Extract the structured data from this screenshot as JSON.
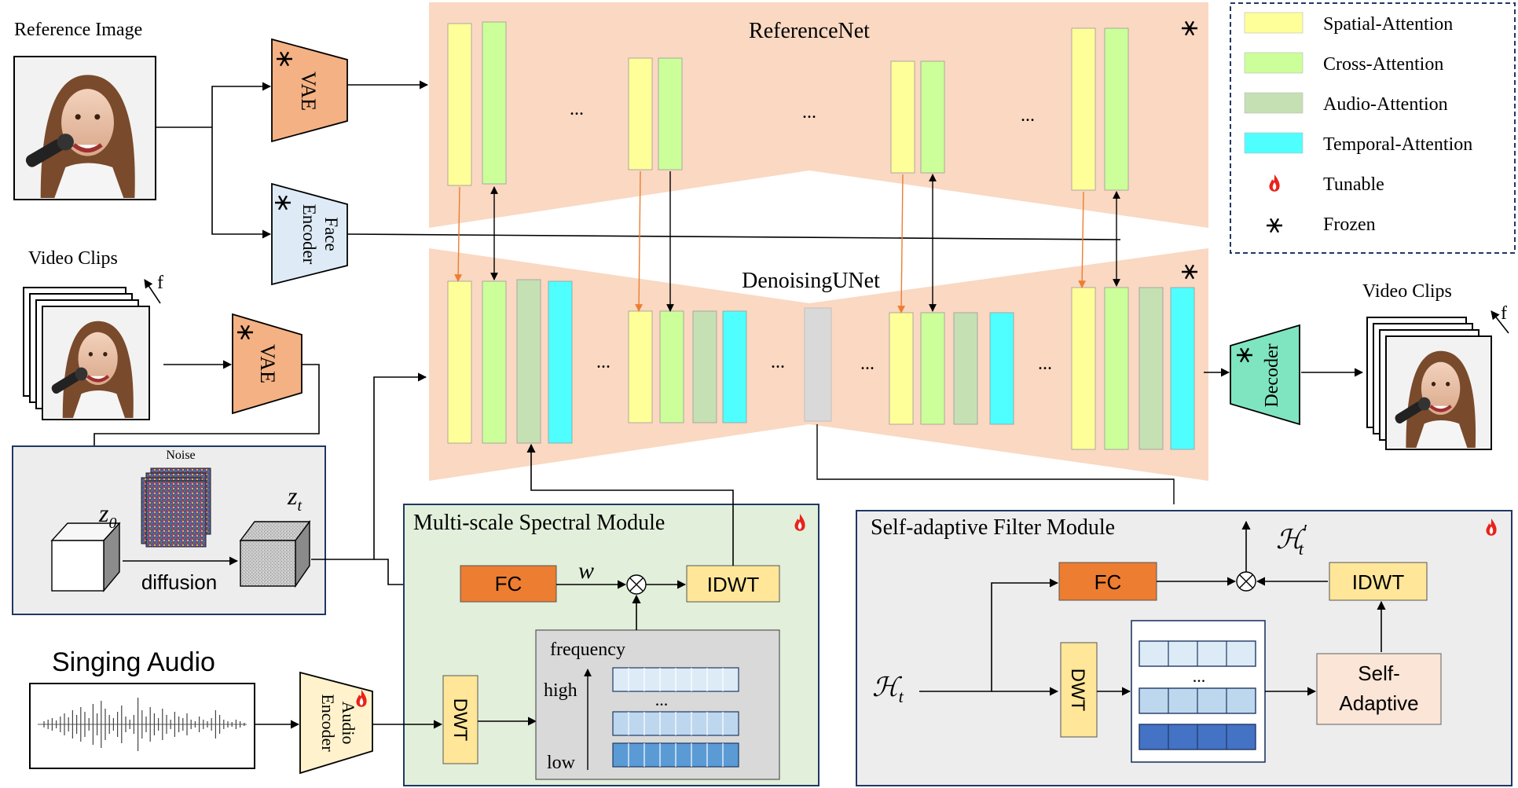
{
  "inputs": {
    "reference_image_label": "Reference Image",
    "video_clips_in_label": "Video Clips",
    "video_clips_out_label": "Video Clips",
    "frame_axis_label": "f",
    "singing_audio_label": "Singing Audio"
  },
  "encoders": {
    "vae_label": "VAE",
    "face_encoder_label_line1": "Face",
    "face_encoder_label_line2": "Encoder",
    "audio_encoder_label_line1": "Audio",
    "audio_encoder_label_line2": "Encoder",
    "decoder_label": "Decoder"
  },
  "networks": {
    "reference_net_label": "ReferenceNet",
    "denoising_unet_label": "DenoisingUNet",
    "ellipsis": "..."
  },
  "diffusion": {
    "noise_label": "Noise",
    "z0_label": "z",
    "z0_sub": "0",
    "zt_label": "z",
    "zt_sub": "t",
    "diffusion_label": "diffusion"
  },
  "msm": {
    "title": "Multi-scale Spectral Module",
    "fc_label": "FC",
    "w_label": "w",
    "idwt_label": "IDWT",
    "dwt_label": "DWT",
    "frequency_label": "frequency",
    "high_label": "high",
    "low_label": "low",
    "ellipsis": "..."
  },
  "safm": {
    "title": "Self-adaptive Filter Module",
    "fc_label": "FC",
    "idwt_label": "IDWT",
    "dwt_label": "DWT",
    "self_adaptive_line1": "Self-",
    "self_adaptive_line2": "Adaptive",
    "h_label": "ℋ",
    "h_sub": "t",
    "hprime_label": "ℋ",
    "hprime_sup": "′",
    "hprime_sub": "t",
    "ellipsis": "..."
  },
  "legend": {
    "items": [
      {
        "label": "Spatial-Attention",
        "color": "#FFFF99"
      },
      {
        "label": "Cross-Attention",
        "color": "#CCFF99"
      },
      {
        "label": "Audio-Attention",
        "color": "#C5E0B3"
      },
      {
        "label": "Temporal-Attention",
        "color": "#4FFFFF"
      },
      {
        "label": "Tunable",
        "icon": "flame-icon"
      },
      {
        "label": "Frozen",
        "icon": "snowflake-icon"
      }
    ]
  },
  "colors": {
    "unet_fill": "#F8CBAD",
    "spatial": "#FFFF99",
    "cross": "#CCFF99",
    "audio": "#C5E0B3",
    "temporal": "#4FFFFF",
    "fc": "#ED7D31",
    "idwt": "#FFE699",
    "msm_bg": "#E2EFDA",
    "safm_bg": "#EDEDED",
    "panel_border": "#1F3864",
    "vae": "#F4B183",
    "face_encoder": "#DEEBF7",
    "decoder": "#7FE5C0",
    "cross_arrow": "#ED7D31"
  }
}
